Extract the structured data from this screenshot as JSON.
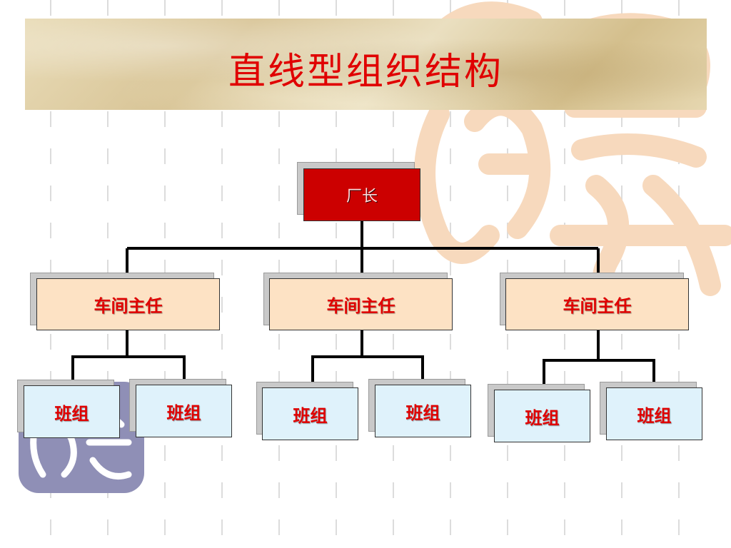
{
  "title": "直线型组织结构",
  "chart_data": {
    "type": "org-chart",
    "root": {
      "label": "厂长",
      "children": [
        {
          "label": "车间主任",
          "children": [
            {
              "label": "班组"
            },
            {
              "label": "班组"
            }
          ]
        },
        {
          "label": "车间主任",
          "children": [
            {
              "label": "班组"
            },
            {
              "label": "班组"
            }
          ]
        },
        {
          "label": "车间主任",
          "children": [
            {
              "label": "班组"
            },
            {
              "label": "班组"
            }
          ]
        }
      ]
    }
  },
  "colors": {
    "title": "#e00000",
    "root_box": "#cc0000",
    "mid_box": "#fde2c4",
    "low_box": "#dff2fb",
    "seal_right": "#f7d9bd",
    "seal_left": "#8f8fb6"
  }
}
